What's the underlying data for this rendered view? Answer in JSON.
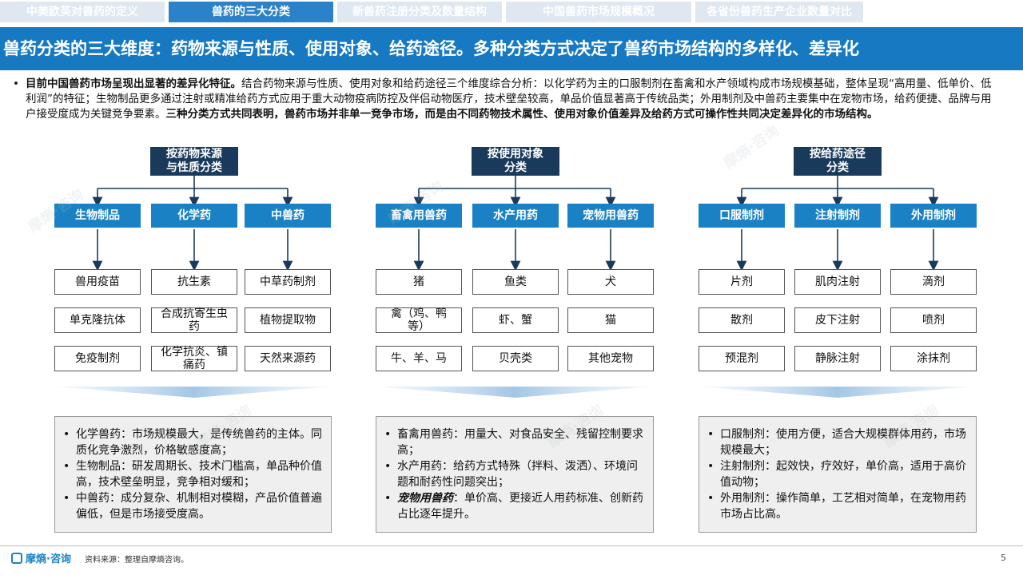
{
  "tabs": [
    {
      "label": "中美欧英对兽药的定义",
      "active": false
    },
    {
      "label": "兽药的三大分类",
      "active": true
    },
    {
      "label": "新兽药注册分类及数量结构",
      "active": false
    },
    {
      "label": "中国兽药市场规模概况",
      "active": false
    },
    {
      "label": "各省份兽药生产企业数量对比",
      "active": false
    }
  ],
  "title": "兽药分类的三大维度：药物来源与性质、使用对象、给药途径。多种分类方式决定了兽药市场结构的多样化、差异化",
  "intro": {
    "bullet": "•",
    "bold_lead": "目前中国兽药市场呈现出显著的差异化特征。",
    "body": "结合药物来源与性质、使用对象和给药途径三个维度综合分析：以化学药为主的口服制剂在畜禽和水产领域构成市场规模基础，整体呈现“高用量、低单价、低利润”的特征；生物制品更多通过注射或精准给药方式应用于重大动物疫病防控及伴侣动物医疗，技术壁垒较高，单品价值显著高于传统品类；外用制剂及中兽药主要集中在宠物市场，给药便捷、品牌与用户接受度成为关键竞争要素。",
    "bold_tail": "三种分类方式共同表明，兽药市场并非单一竞争市场，而是由不同药物技术属性、使用对象价值差异及给药方式可操作性共同决定差异化的市场结构。"
  },
  "groups": [
    {
      "category": [
        "按药物来源",
        "与性质分类"
      ],
      "subs": [
        "生物制品",
        "化学药",
        "中兽药"
      ],
      "items": [
        [
          "兽用疫苗",
          "单克隆抗体",
          "免疫制剂"
        ],
        [
          "抗生素",
          "合成抗寄生虫药",
          "化学抗炎、镇痛药"
        ],
        [
          "中草药制剂",
          "植物提取物",
          "天然来源药"
        ]
      ],
      "notes": [
        {
          "label": "化学兽药",
          "text": "：市场规模最大，是传统兽药的主体。同质化竞争激烈，价格敏感度高；"
        },
        {
          "label": "生物制品",
          "text": "：研发周期长、技术门槛高，单品种价值高，技术壁垒明显，竞争相对缓和；"
        },
        {
          "label": "中兽药",
          "text": "：成分复杂、机制相对模糊，产品价值普遍偏低，但是市场接受度高。"
        }
      ]
    },
    {
      "category": [
        "按使用对象",
        "分类"
      ],
      "subs": [
        "畜禽用兽药",
        "水产用药",
        "宠物用兽药"
      ],
      "items": [
        [
          "猪",
          "禽（鸡、鸭等）",
          "牛、羊、马"
        ],
        [
          "鱼类",
          "虾、蟹",
          "贝壳类"
        ],
        [
          "犬",
          "猫",
          "其他宠物"
        ]
      ],
      "notes": [
        {
          "label": "畜禽用兽药",
          "text": "：用量大、对食品安全、残留控制要求高；"
        },
        {
          "label": "水产用药",
          "text": "：给药方式特殊（拌料、泼洒）、环境问题和耐药性问题突出；"
        },
        {
          "label": "宠物用兽药",
          "text": "：单价高、更接近人用药标准、创新药占比逐年提升。",
          "emphasis": true
        }
      ]
    },
    {
      "category": [
        "按给药途径",
        "分类"
      ],
      "subs": [
        "口服制剂",
        "注射制剂",
        "外用制剂"
      ],
      "items": [
        [
          "片剂",
          "散剂",
          "预混剂"
        ],
        [
          "肌肉注射",
          "皮下注射",
          "静脉注射"
        ],
        [
          "滴剂",
          "喷剂",
          "涂抹剂"
        ]
      ],
      "notes": [
        {
          "label": "口服制剂",
          "text": "：使用方便，适合大规模群体用药，市场规模最大；"
        },
        {
          "label": "注射制剂",
          "text": "：起效快，疗效好，单价高，适用于高价值动物；"
        },
        {
          "label": "外用制剂",
          "text": "：操作简单，工艺相对简单，在宠物用药市场占比高。"
        }
      ]
    }
  ],
  "footer": {
    "logo": "摩熵·咨询",
    "source": "资料来源：整理自摩熵咨询。",
    "page": "5"
  },
  "watermark": "摩熵·咨询",
  "colors": {
    "accent": "#1679c2",
    "category": "#1a3a5c",
    "sub": "#1a82c4",
    "tab_inactive": "#dfe7f1"
  }
}
